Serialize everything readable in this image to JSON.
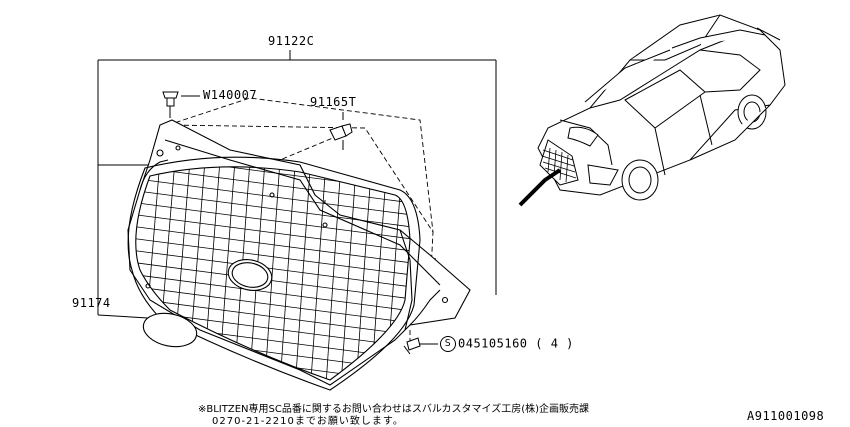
{
  "parts": {
    "grille_assembly": "91122C",
    "clip": "W140007",
    "bracket": "91165T",
    "emblem": "91174",
    "screw_symbol": "S",
    "screw": "045105160",
    "screw_qty": "( 4 )"
  },
  "note": {
    "line1": "※BLITZEN専用SC品番に関するお問い合わせはスバルカスタマイズ工房(株)企画販売課",
    "line2": "0270-21-2210までお願い致します。"
  },
  "diagram_id": "A911001098"
}
